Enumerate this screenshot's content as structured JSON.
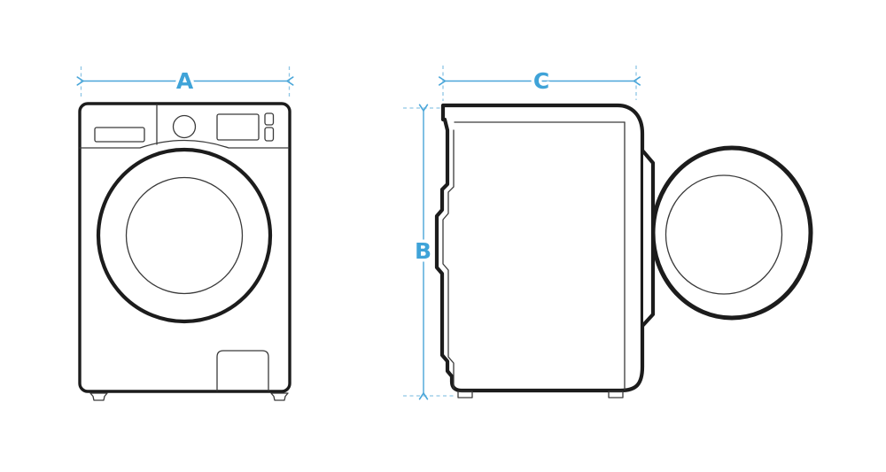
{
  "diagram": {
    "labels": {
      "width": "A",
      "height": "B",
      "depth": "C"
    }
  },
  "colors": {
    "accent": "#4aa6d9",
    "dash": "#8fc6e5",
    "label": "#3fa3d8",
    "outline": "#1c1c1c",
    "detail": "#3a3a3a",
    "background": "#ffffff"
  }
}
